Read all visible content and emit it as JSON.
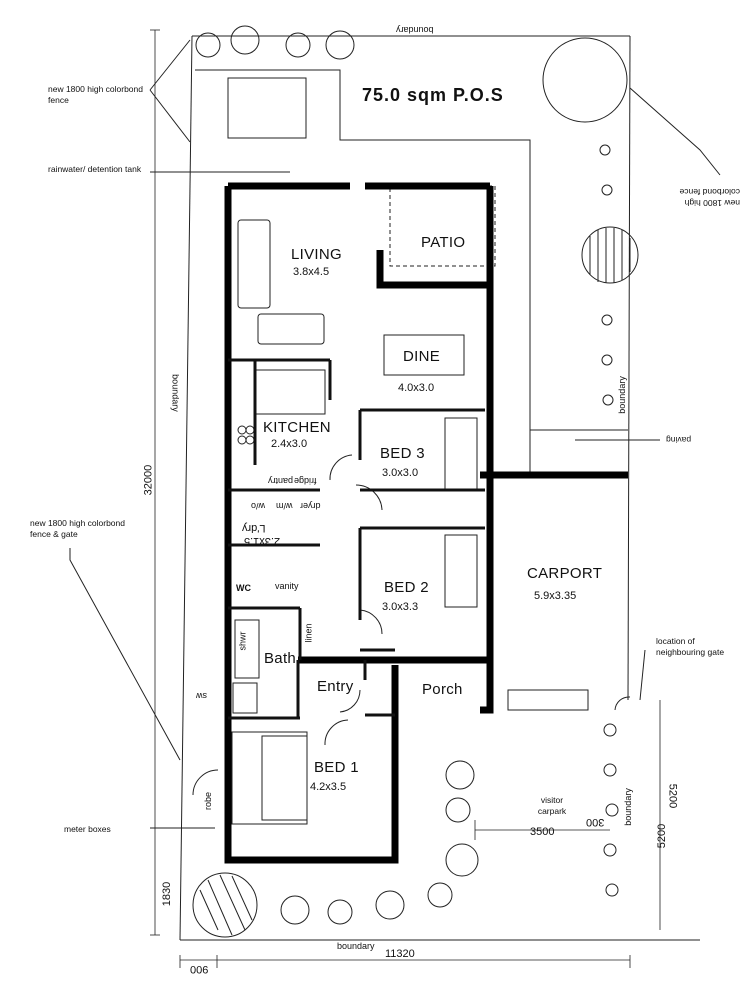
{
  "title": "75.0 sqm P.O.S",
  "rooms": {
    "living": {
      "name": "LIVING",
      "size": "3.8x4.5"
    },
    "patio": {
      "name": "PATIO"
    },
    "dine": {
      "name": "DINE",
      "size": "4.0x3.0"
    },
    "kitchen": {
      "name": "KITCHEN",
      "size": "2.4x3.0"
    },
    "bed3": {
      "name": "BED 3",
      "size": "3.0x3.0"
    },
    "bed2": {
      "name": "BED 2",
      "size": "3.0x3.3"
    },
    "bed1": {
      "name": "BED 1",
      "size": "4.2x3.5"
    },
    "carport": {
      "name": "CARPORT",
      "size": "5.9x3.35"
    },
    "wc": {
      "name": "WC"
    },
    "bath": {
      "name": "Bath"
    },
    "entry": {
      "name": "Entry"
    },
    "porch": {
      "name": "Porch"
    },
    "laundry": {
      "name": "L'dry",
      "size": "2.3x1.5"
    }
  },
  "fixtures": {
    "vanity": "vanity",
    "shower": "shwr",
    "linen": "linen",
    "fridge": "fridge",
    "pantry": "pantry",
    "wm": "w/m",
    "dryer": "dryer",
    "wall_oven": "w/o",
    "robe": "robe",
    "sw": "sw"
  },
  "annotations": {
    "fence_top_left": "new 1800 high colorbond fence",
    "rainwater": "rainwater/ detention tank",
    "fence_gate": "new 1800 high colorbond fence & gate",
    "meter": "meter boxes",
    "fence_right": "new 1800 high colorbond fence",
    "paving": "paving",
    "neighbour_gate": "location of neighbouring gate",
    "visitor": "visitor carpark",
    "boundary": "boundary",
    "boundary_top": "boundary",
    "boundary_left": "boundary",
    "boundary_right": "boundary",
    "boundary_bottom_right": "boundary"
  },
  "dimensions": {
    "overall_depth": "32000",
    "overall_width": "11320",
    "setback_front": "1830",
    "setback_side": "900",
    "carpark_width": "3500",
    "carpark_gap": "300",
    "road_depth": "5200",
    "road_label": "5200"
  }
}
